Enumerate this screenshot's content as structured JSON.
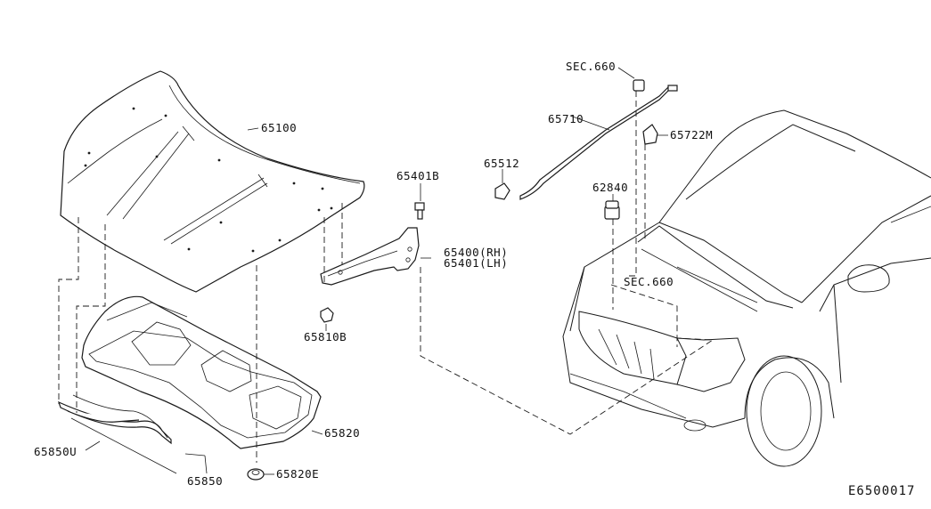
{
  "labels": {
    "p65100": "65100",
    "p65401b": "65401B",
    "p65512": "65512",
    "p62840": "62840",
    "sec660_top": "SEC.660",
    "p65710": "65710",
    "p65722m": "65722M",
    "p65400": "65400(RH)",
    "p65401": "65401(LH)",
    "p65810b": "65810B",
    "sec660_mid": "SEC.660",
    "p65820": "65820",
    "p65850u": "65850U",
    "p65850": "65850",
    "p65820e": "65820E"
  },
  "reference_code": "E6500017"
}
